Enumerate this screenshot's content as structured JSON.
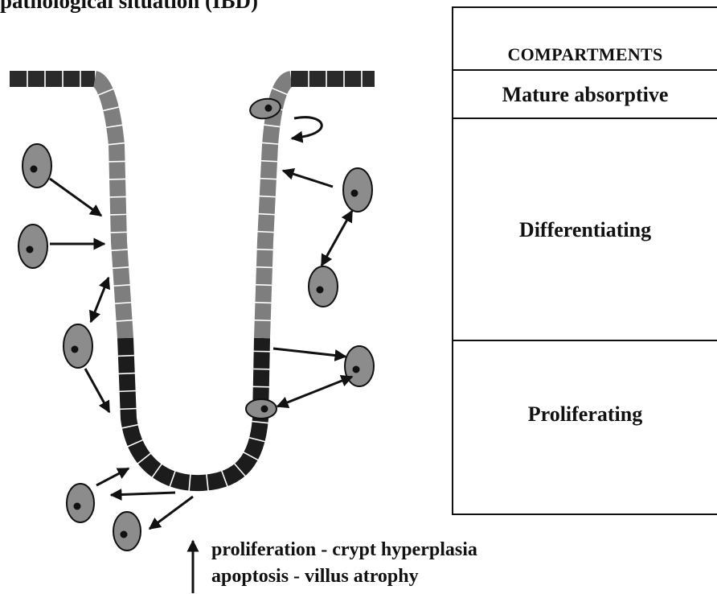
{
  "title": "pathological situation (IBD)",
  "compartments": {
    "header": "COMPARTMENTS",
    "rows": [
      "Mature absorptive",
      "Differentiating",
      "Proliferating"
    ]
  },
  "captions": [
    "proliferation - crypt hyperplasia",
    "apoptosis - villus atrophy"
  ],
  "colors": {
    "mature_block": "#2a2a2a",
    "differentiating_block": "#7e7e7e",
    "proliferating_block": "#1c1c1c",
    "cell_fill": "#8c8c8c",
    "nucleus": "#111111",
    "arrow": "#111111"
  }
}
